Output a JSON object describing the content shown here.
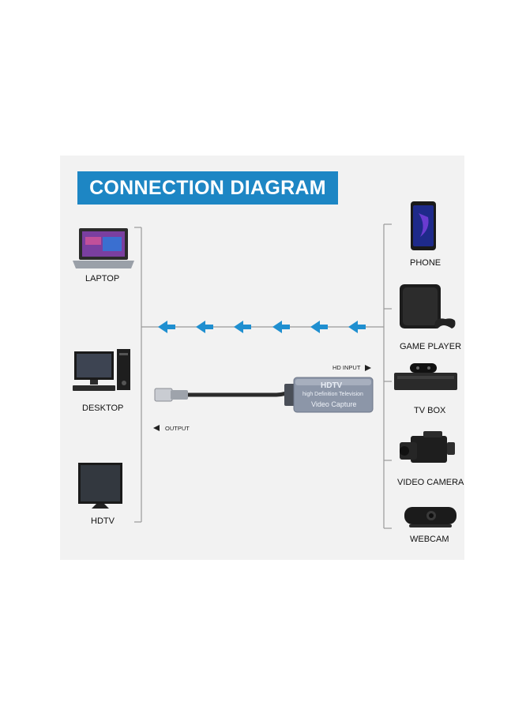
{
  "title": "CONNECTION DIAGRAM",
  "colors": {
    "accent": "#1d86c4",
    "panel": "#f2f2f2",
    "arrow": "#1f8fd0",
    "dongle": "#8c96a8"
  },
  "left_devices": [
    {
      "label": "LAPTOP",
      "icon": "laptop-icon"
    },
    {
      "label": "DESKTOP",
      "icon": "desktop-computer-icon"
    },
    {
      "label": "HDTV",
      "icon": "tv-icon"
    }
  ],
  "right_devices": [
    {
      "label": "PHONE",
      "icon": "smartphone-icon"
    },
    {
      "label": "GAME PLAYER",
      "icon": "game-console-icon"
    },
    {
      "label": "TV BOX",
      "icon": "tv-box-icon"
    },
    {
      "label": "VIDEO CAMERA",
      "icon": "video-camera-icon"
    },
    {
      "label": "WEBCAM",
      "icon": "webcam-icon"
    }
  ],
  "capture_device": {
    "brand": "HDTV",
    "line1": "high Definition Television",
    "line2": "Video Capture",
    "input_label": "HD INPUT",
    "output_label": "OUTPUT"
  }
}
